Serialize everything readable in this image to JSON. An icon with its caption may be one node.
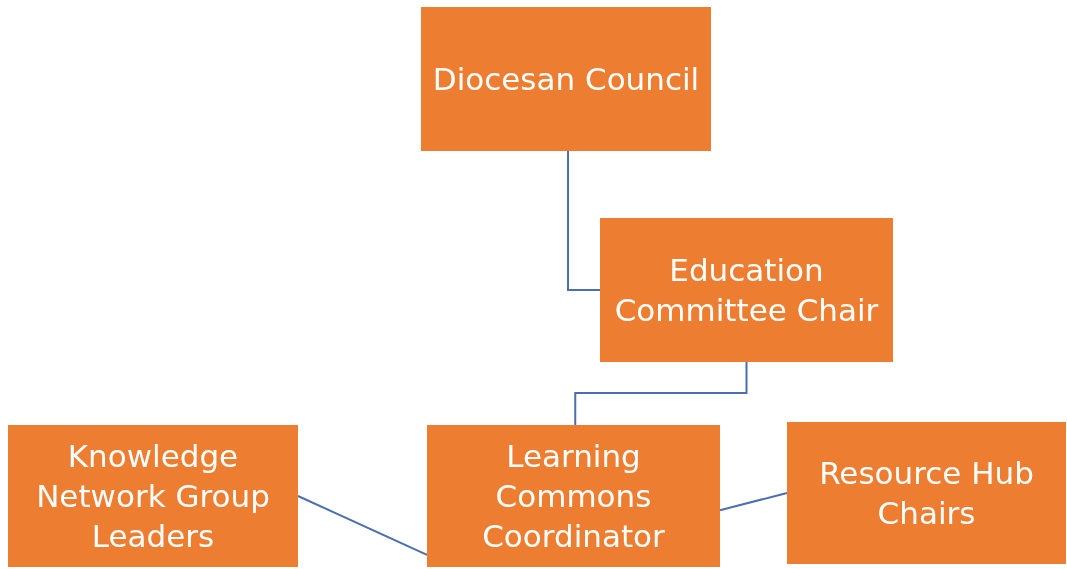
{
  "diagram": {
    "nodes": [
      {
        "text": [
          "Diocesan Council"
        ]
      },
      {
        "text": [
          "Education Committee Chair"
        ]
      },
      {
        "text": [
          "Learning Commons Coordinator"
        ]
      },
      {
        "text": [
          "Knowledge Network Group Leaders"
        ]
      },
      {
        "text": [
          "Resource Hub Chairs"
        ]
      }
    ],
    "edges": [
      {
        "from": 0,
        "to": 1,
        "arrow": "none"
      },
      {
        "from": 1,
        "to": 2,
        "arrow": "none"
      },
      {
        "from": 3,
        "to": 2,
        "arrow": "none"
      },
      {
        "from": 2,
        "to": 4,
        "arrow": "none"
      }
    ]
  }
}
